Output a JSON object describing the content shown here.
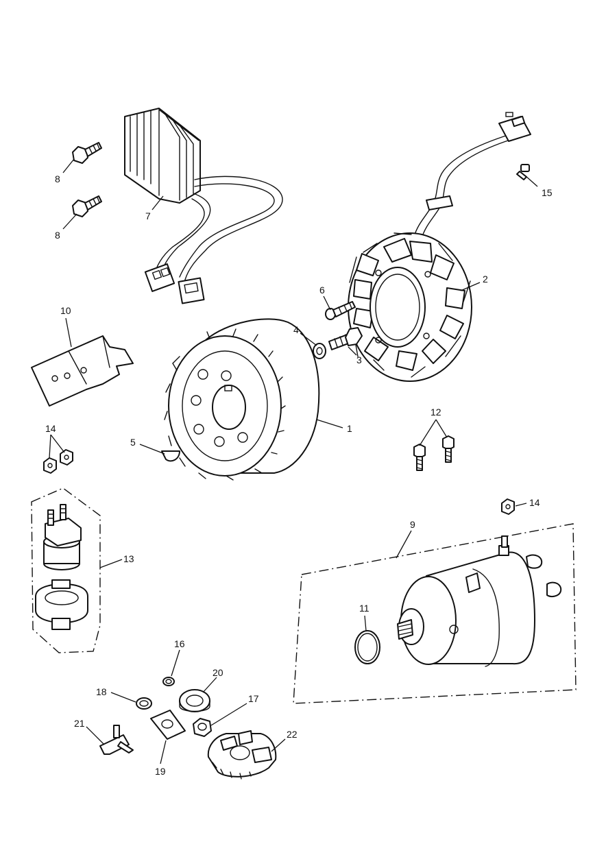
{
  "callouts": {
    "c1": "1",
    "c2": "2",
    "c3": "3",
    "c4": "4",
    "c5": "5",
    "c6": "6",
    "c7": "7",
    "c8a": "8",
    "c8b": "8",
    "c9": "9",
    "c10": "10",
    "c11": "11",
    "c12": "12",
    "c13": "13",
    "c14a": "14",
    "c14b": "14",
    "c15": "15",
    "c16": "16",
    "c17": "17",
    "c18": "18",
    "c19": "19",
    "c20": "20",
    "c21": "21",
    "c22": "22"
  },
  "style": {
    "line_color": "#111111",
    "background": "#ffffff"
  }
}
